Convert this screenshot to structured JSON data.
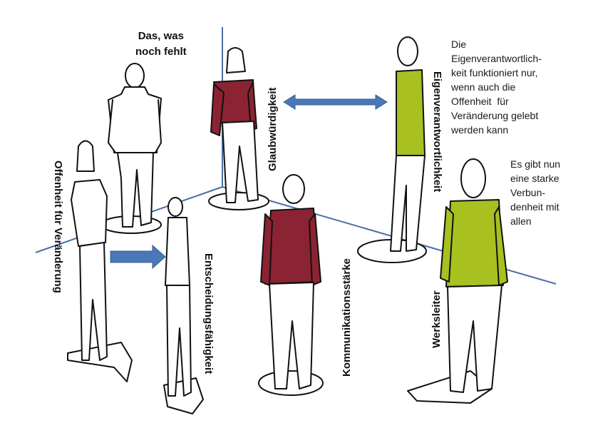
{
  "colors": {
    "axis": "#4a6fa5",
    "arrow": "#4a78b6",
    "red_shirt": "#8b2332",
    "green_shirt": "#a8c020",
    "outline": "#111111"
  },
  "labels": {
    "missing": "Das, was\nnoch fehlt",
    "openness": "Offenheit für Veränderung",
    "decisiveness": "Entscheidungsfähigkeit",
    "credibility": "Glaubwürdigkeit",
    "responsibility": "Eigenverantwortlichkeit",
    "communication": "Kommunikationsstärke",
    "plant_manager": "Werksleiter"
  },
  "notes": {
    "responsibility_note": "Die\nEigenverantwortlich-\nkeit funktioniert nur,\nwenn auch die\nOffenheit  für\nVeränderung gelebt\nwerden kann",
    "connection_note": "Es gibt nun\neine starke\nVerbun-\ndenheit mit\nallen"
  }
}
